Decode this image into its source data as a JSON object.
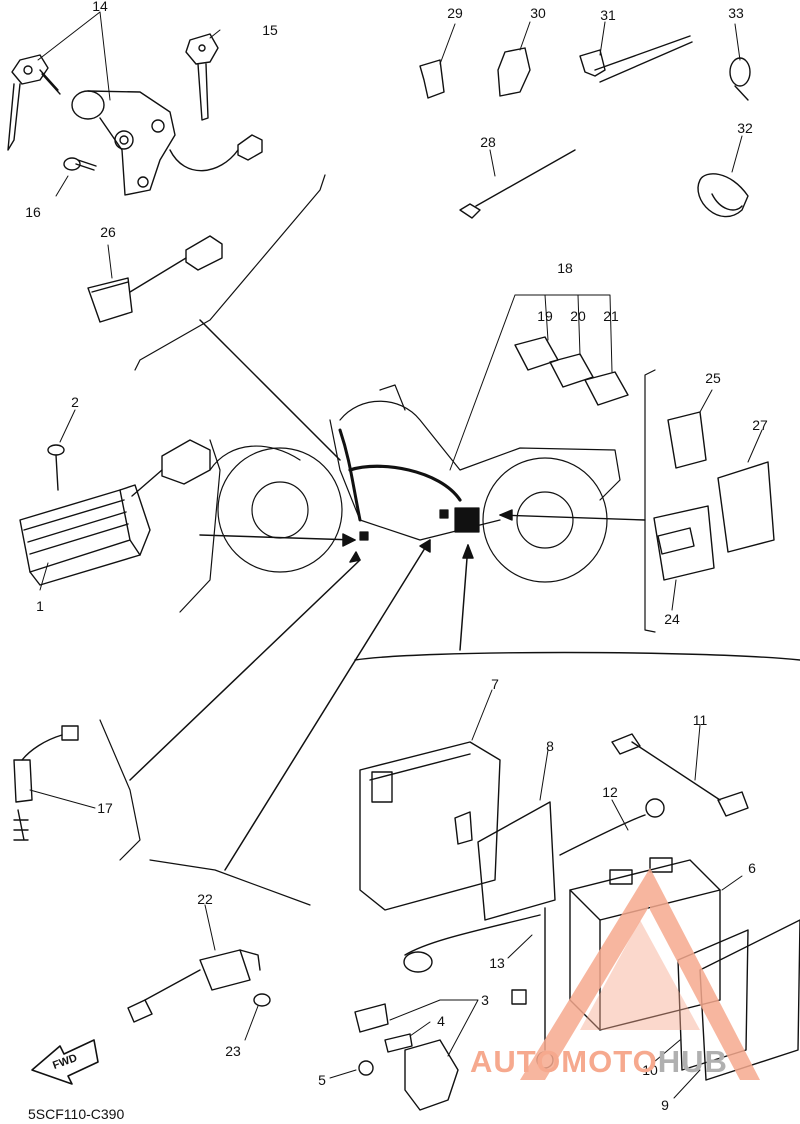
{
  "diagram": {
    "callouts": [
      {
        "key": "c14",
        "text": "14"
      },
      {
        "key": "c15",
        "text": "15"
      },
      {
        "key": "c16",
        "text": "16"
      },
      {
        "key": "c26",
        "text": "26"
      },
      {
        "key": "c2",
        "text": "2"
      },
      {
        "key": "c1",
        "text": "1"
      },
      {
        "key": "c29",
        "text": "29"
      },
      {
        "key": "c30",
        "text": "30"
      },
      {
        "key": "c31",
        "text": "31"
      },
      {
        "key": "c33",
        "text": "33"
      },
      {
        "key": "c28",
        "text": "28"
      },
      {
        "key": "c32",
        "text": "32"
      },
      {
        "key": "c18",
        "text": "18"
      },
      {
        "key": "c19",
        "text": "19"
      },
      {
        "key": "c20",
        "text": "20"
      },
      {
        "key": "c21",
        "text": "21"
      },
      {
        "key": "c25",
        "text": "25"
      },
      {
        "key": "c27",
        "text": "27"
      },
      {
        "key": "c24",
        "text": "24"
      },
      {
        "key": "c7",
        "text": "7"
      },
      {
        "key": "c8",
        "text": "8"
      },
      {
        "key": "c11",
        "text": "11"
      },
      {
        "key": "c12",
        "text": "12"
      },
      {
        "key": "c6",
        "text": "6"
      },
      {
        "key": "c13",
        "text": "13"
      },
      {
        "key": "c3",
        "text": "3"
      },
      {
        "key": "c4",
        "text": "4"
      },
      {
        "key": "c5",
        "text": "5"
      },
      {
        "key": "c10",
        "text": "10"
      },
      {
        "key": "c9",
        "text": "9"
      },
      {
        "key": "c17",
        "text": "17"
      },
      {
        "key": "c22",
        "text": "22"
      },
      {
        "key": "c23",
        "text": "23"
      }
    ],
    "fwd_label": "FWD",
    "drawing_code": "5SCF110-C390"
  },
  "watermark": {
    "part_a": "AUTOMOTO",
    "part_b": "HUB",
    "color_primary": "#f6a98e",
    "color_secondary": "#b0b0b0"
  }
}
